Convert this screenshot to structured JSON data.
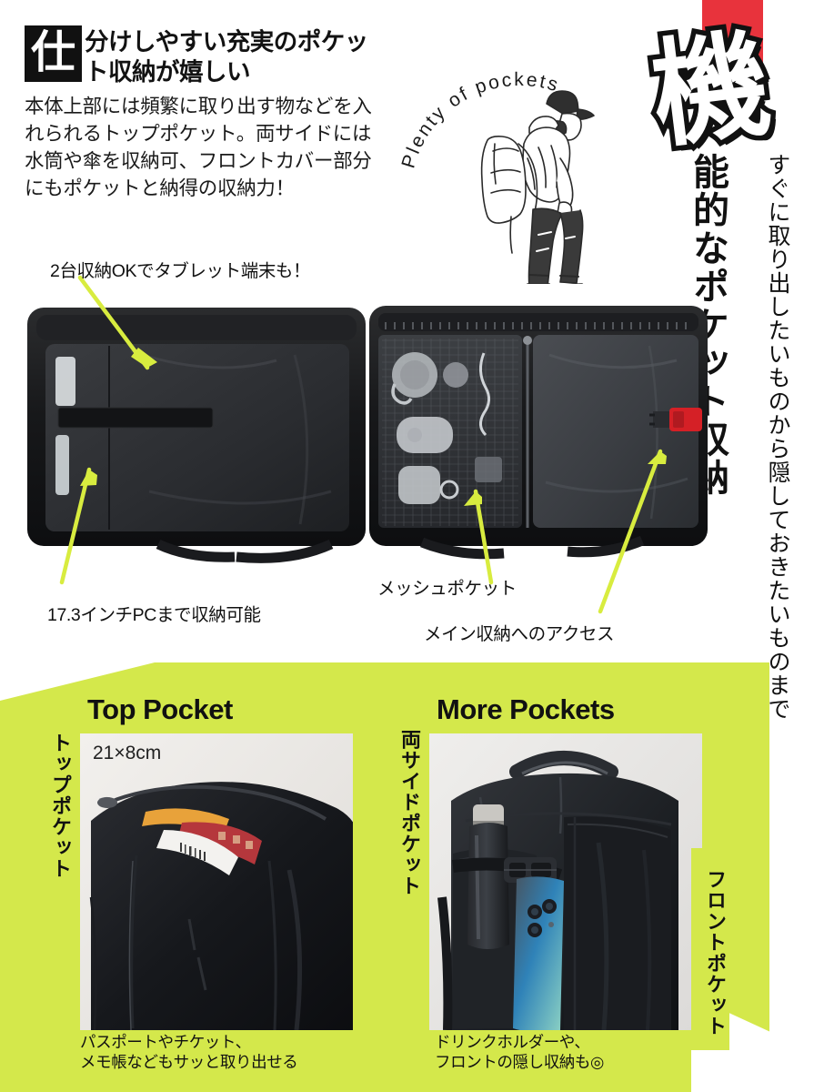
{
  "header": {
    "badge_kanji": "仕",
    "title": "分けしやすい充実のポケット収納が嬉しい",
    "body": "本体上部には頻繁に取り出す物などを入れられるトップポケット。両サイドには水筒や傘を収納可、フロントカバー部分にもポケットと納得の収納力！"
  },
  "illustration": {
    "arc_text": "Plenty of pockets",
    "figure_alt": "person-with-backpack-line-art"
  },
  "hero": {
    "big_kanji": "機",
    "vertical_main": "能的なポケット収納",
    "vertical_sub": "すぐに取り出したいものから隠しておきたいものまで",
    "red_tab_color": "#e8333c"
  },
  "main_photo": {
    "alt": "backpack-opened-flat-interior",
    "callouts": [
      {
        "id": "tablet",
        "text": "2台収納OKでタブレット端末も！"
      },
      {
        "id": "pc",
        "text": "17.3インチPCまで収納可能"
      },
      {
        "id": "mesh",
        "text": "メッシュポケット"
      },
      {
        "id": "main",
        "text": "メイン収納へのアクセス"
      }
    ]
  },
  "sections": [
    {
      "id": "top-pocket",
      "title": "Top Pocket",
      "tab_label": "トップポケット",
      "dimension": "21×8cm",
      "caption": "パスポートやチケット、\nメモ帳などもサッと取り出せる",
      "caption_line1": "パスポートやチケット、",
      "caption_line2": "メモ帳などもサッと取り出せる",
      "photo_alt": "top-pocket-with-passport-and-tickets"
    },
    {
      "id": "more-pockets",
      "title": "More Pockets",
      "tab_label": "両サイドポケット",
      "tab_label_right": "フロントポケット",
      "caption_line1": "ドリンクホルダーや、",
      "caption_line2": "フロントの隠し収納も◎",
      "photo_alt": "side-pocket-with-bottle-and-phone"
    }
  ],
  "colors": {
    "accent_yellow": "#d4e84b",
    "arrow_yellow": "#d8ec3f",
    "red": "#e8333c",
    "ink": "#111111"
  }
}
